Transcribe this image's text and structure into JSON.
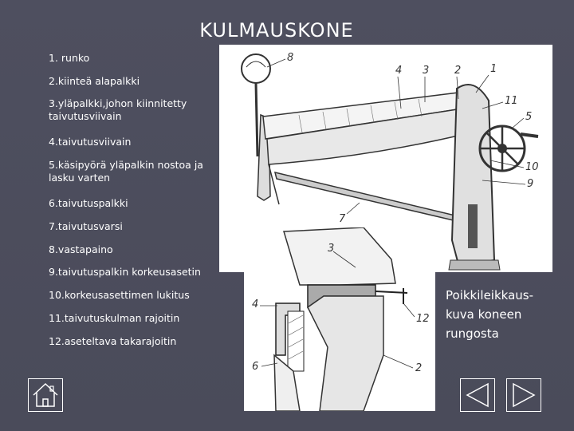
{
  "title": "KULMAUSKONE",
  "parts": [
    "1. runko",
    "2.kiinteä alapalkki",
    "3.yläpalkki,johon kiinnitetty taivutusviivain",
    "4.taivutusviivain",
    "5.käsipyörä yläpalkin nostoa ja lasku varten",
    "6.taivutuspalkki",
    "7.taivutusvarsi",
    "8.vastapaino",
    "9.taivutuspalkin korkeusasetin",
    "10.korkeusasettimen lukitus",
    "11.taivutuskulman rajoitin",
    "12.aseteltava takarajoitin"
  ],
  "figure_labels_main": [
    "8",
    "4",
    "3",
    "2",
    "1",
    "11",
    "5",
    "10",
    "9",
    "7"
  ],
  "figure_labels_section": [
    "3",
    "4",
    "12",
    "6",
    "2"
  ],
  "caption": "Poikkileikkaus-kuva koneen rungosta",
  "nav": {
    "home_icon": "home-icon",
    "prev_icon": "triangle-left-icon",
    "next_icon": "triangle-right-icon"
  }
}
